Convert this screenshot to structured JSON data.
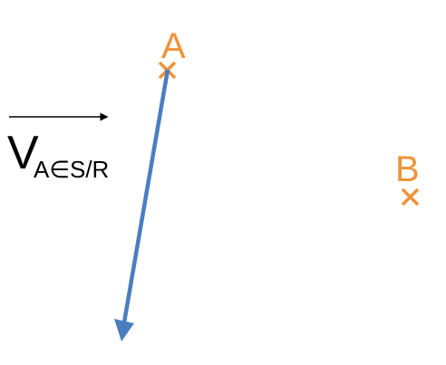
{
  "colors": {
    "point": "#F0923A",
    "vector": "#4A7EC0",
    "text": "#000000"
  },
  "vector_label": {
    "main": "V",
    "subscript": "A∈S/R"
  },
  "points": [
    {
      "name": "A",
      "marker": "cross"
    },
    {
      "name": "B",
      "marker": "cross"
    }
  ]
}
